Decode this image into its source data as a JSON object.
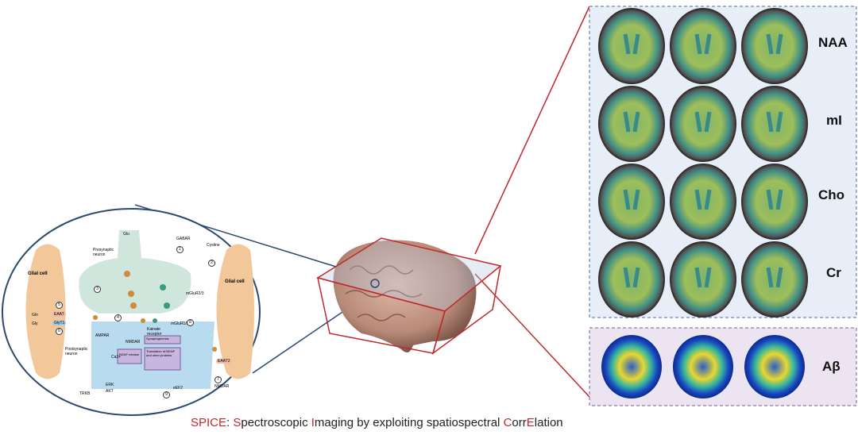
{
  "caption": {
    "parts": [
      {
        "text": "SPICE",
        "red": true
      },
      {
        "text": ": ",
        "red": false
      },
      {
        "text": "S",
        "red": true
      },
      {
        "text": "pectroscopic ",
        "red": false
      },
      {
        "text": "I",
        "red": true
      },
      {
        "text": "maging by exploiting spatiospectral ",
        "red": false
      },
      {
        "text": "C",
        "red": true
      },
      {
        "text": "orr",
        "red": false
      },
      {
        "text": "E",
        "red": true
      },
      {
        "text": "lation",
        "red": false
      }
    ]
  },
  "synapse": {
    "glial_left": "Glial cell",
    "glial_right": "Glial cell",
    "presynaptic": "Presynaptic neuron",
    "postsynaptic": "Postsynaptic neuron",
    "glu": "Glu",
    "gln": "Gln",
    "gly": "Gly",
    "eaat": "EAAT",
    "glyt1": "GlyT1",
    "gabar": "GABAR",
    "cystine": "Cystine",
    "mglur23": "mGluR2/3",
    "ampar": "AMPAR",
    "nmdar": "NMDAR",
    "kainate": "Kainate receptor",
    "mglur15": "mGluR1/5",
    "ca": "Ca2+",
    "bdnf_release": "BDNF release",
    "translation": "Translation of BDNF and other proteins",
    "synaptogenesis": "Synaptogenesis",
    "trkb": "TRKB",
    "erk": "ERK",
    "akt": "AKT",
    "eef2": "eEF2",
    "nmdar2": "NMDAR",
    "eaat2": "EAAT2",
    "numbers": [
      "1",
      "2",
      "3",
      "4",
      "5",
      "6",
      "7",
      "8",
      "9"
    ]
  },
  "metabolites": [
    "NAA",
    "mI",
    "Cho",
    "Cr"
  ],
  "amyloid": "Aβ",
  "colors": {
    "red": "#c0282d",
    "blue_border": "#4a6fa5",
    "purple_border": "#7a5a8a",
    "panel_bg": "#e8eef7",
    "amyloid_bg": "#ece4f0"
  }
}
